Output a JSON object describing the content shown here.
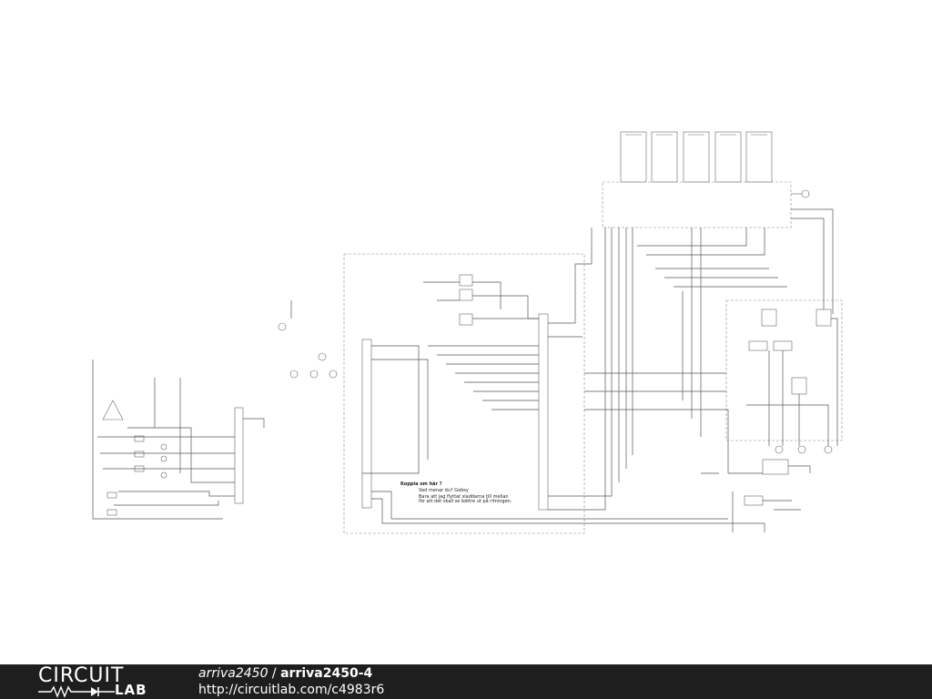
{
  "diagram": {
    "notes": {
      "heading": "Koppla om här ?",
      "line1": "Vad menar du? Gobsy",
      "line2": "Bara att jag flyttat sladdarna till mellan",
      "line3": "för att det skall se bättre ut på ritningen."
    }
  },
  "footer": {
    "logo_top": "CIRCUIT",
    "logo_bottom": "LAB",
    "user": "arriva2450",
    "separator": " / ",
    "project": "arriva2450-4",
    "url": "http://circuitlab.com/c4983r6"
  },
  "colors": {
    "footer_bg": "#1e1e1e",
    "wire": "#555555",
    "dashed_box": "#888888"
  },
  "icons": [
    "resistor-diode-logo-icon"
  ]
}
